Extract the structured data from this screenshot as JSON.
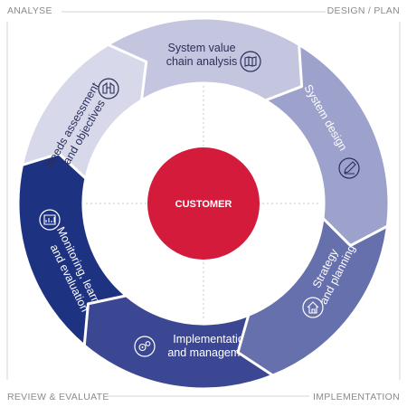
{
  "corners": {
    "top_left": "ANALYSE",
    "top_right": "DESIGN / PLAN",
    "bottom_left": "REVIEW & EVALUATE",
    "bottom_right": "IMPLEMENTATION"
  },
  "center": {
    "label": "CUSTOMER",
    "color": "#d51b3c"
  },
  "segments": [
    {
      "lines": [
        "System value",
        "chain analysis"
      ],
      "icon": "map-icon",
      "color": "#c3c6de",
      "text_color": "#2a2f5a"
    },
    {
      "lines": [
        "System design"
      ],
      "icon": "pencil-icon",
      "color": "#9da2cc",
      "text_color": "#ffffff"
    },
    {
      "lines": [
        "Strategy",
        "and planning"
      ],
      "icon": "house-icon",
      "color": "#6670ad",
      "text_color": "#ffffff"
    },
    {
      "lines": [
        "Implementation",
        "and management"
      ],
      "icon": "gears-icon",
      "color": "#3c4794",
      "text_color": "#ffffff"
    },
    {
      "lines": [
        "Monitoring, learning",
        "and evaluation"
      ],
      "icon": "chart-icon",
      "color": "#1e3282",
      "text_color": "#ffffff"
    },
    {
      "lines": [
        "Needs assessment",
        "and objectives"
      ],
      "icon": "binoculars-icon",
      "color": "#d7d9ea",
      "text_color": "#2a2f5a"
    }
  ]
}
